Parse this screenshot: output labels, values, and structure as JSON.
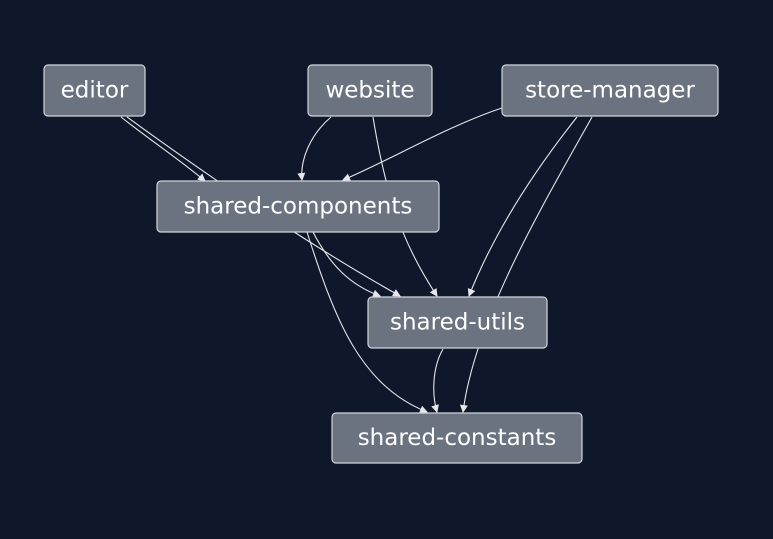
{
  "diagram": {
    "type": "dependency-graph",
    "colors": {
      "background": "#0f172a",
      "node_fill": "#6b7280",
      "node_border": "#d1d5db",
      "node_text": "#ffffff",
      "edge": "#e5e7eb"
    },
    "nodes": {
      "editor": {
        "label": "editor"
      },
      "website": {
        "label": "website"
      },
      "store_manager": {
        "label": "store-manager"
      },
      "shared_components": {
        "label": "shared-components"
      },
      "shared_utils": {
        "label": "shared-utils"
      },
      "shared_constants": {
        "label": "shared-constants"
      }
    },
    "edges": [
      {
        "from": "editor",
        "to": "shared-components"
      },
      {
        "from": "editor",
        "to": "shared-utils"
      },
      {
        "from": "website",
        "to": "shared-components"
      },
      {
        "from": "website",
        "to": "shared-utils"
      },
      {
        "from": "store-manager",
        "to": "shared-components"
      },
      {
        "from": "store-manager",
        "to": "shared-utils"
      },
      {
        "from": "store-manager",
        "to": "shared-constants"
      },
      {
        "from": "shared-components",
        "to": "shared-utils"
      },
      {
        "from": "shared-components",
        "to": "shared-constants"
      },
      {
        "from": "shared-utils",
        "to": "shared-constants"
      }
    ]
  }
}
